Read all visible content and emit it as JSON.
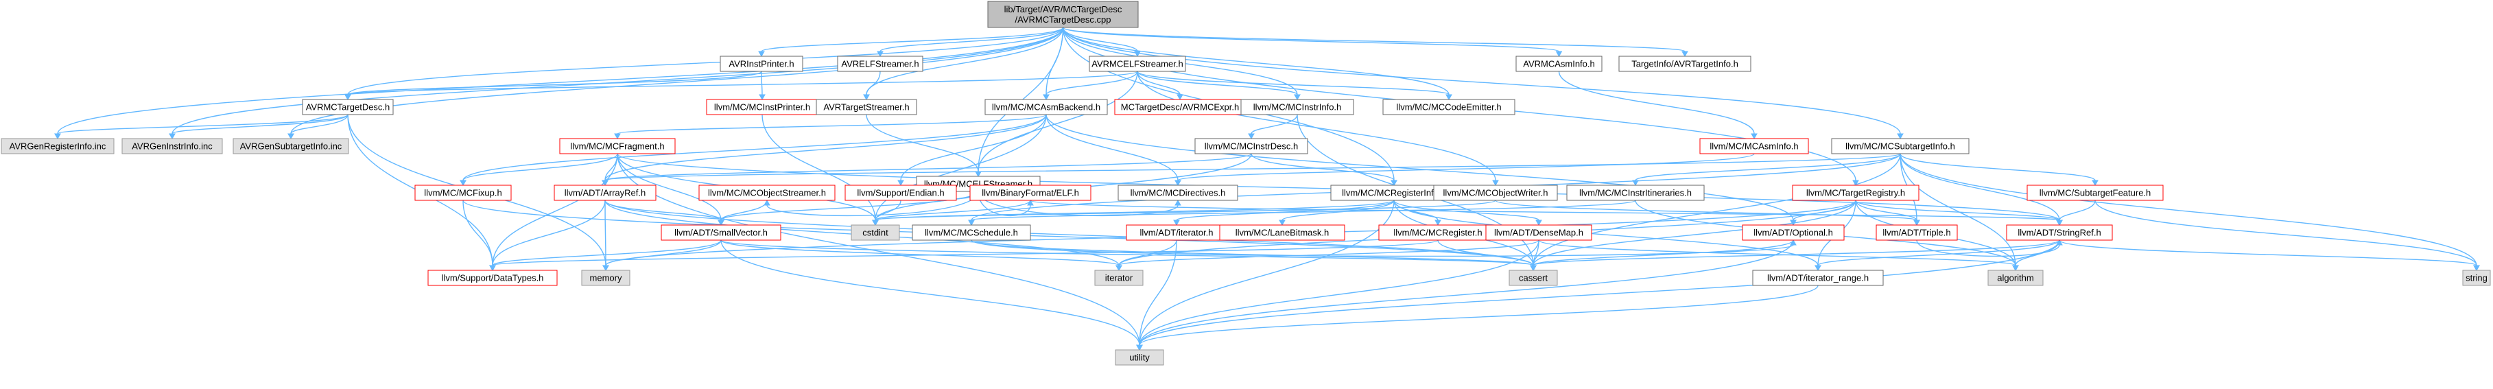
{
  "graph": {
    "node_style": {
      "root_fill": "#bfbfbf",
      "root_stroke": "#666666",
      "plain_fill": "#ffffff",
      "plain_stroke": "#666666",
      "missing_fill": "#ffffff",
      "missing_stroke": "#ff0000",
      "system_fill": "#e0e0e0",
      "system_stroke": "#999999",
      "edge_color": "#63b8ff"
    },
    "nodes": [
      {
        "id": "root",
        "kind": "root",
        "lines": [
          "lib/Target/AVR/MCTargetDesc",
          "/AVRMCTargetDesc.cpp"
        ]
      },
      {
        "id": "AVRGenRegisterInfo",
        "kind": "system",
        "lines": [
          "AVRGenRegisterInfo.inc"
        ]
      },
      {
        "id": "AVRGenInstrInfo",
        "kind": "system",
        "lines": [
          "AVRGenInstrInfo.inc"
        ]
      },
      {
        "id": "AVRGenSubtargetInfo",
        "kind": "system",
        "lines": [
          "AVRGenSubtargetInfo.inc"
        ]
      },
      {
        "id": "AVRMCTargetDesc_h",
        "kind": "plain",
        "lines": [
          "AVRMCTargetDesc.h"
        ]
      },
      {
        "id": "AVRInstPrinter",
        "kind": "plain",
        "lines": [
          "AVRInstPrinter.h"
        ]
      },
      {
        "id": "MCInstPrinter",
        "kind": "missing",
        "lines": [
          "llvm/MC/MCInstPrinter.h"
        ]
      },
      {
        "id": "AVRELFStreamer",
        "kind": "plain",
        "lines": [
          "AVRELFStreamer.h"
        ]
      },
      {
        "id": "AVRTargetStreamer",
        "kind": "plain",
        "lines": [
          "AVRTargetStreamer.h"
        ]
      },
      {
        "id": "AVRMCELFStreamer",
        "kind": "plain",
        "lines": [
          "AVRMCELFStreamer.h"
        ]
      },
      {
        "id": "MCAsmBackend",
        "kind": "plain",
        "lines": [
          "llvm/MC/MCAsmBackend.h"
        ]
      },
      {
        "id": "AVRMCExpr",
        "kind": "missing",
        "lines": [
          "MCTargetDesc/AVRMCExpr.h"
        ]
      },
      {
        "id": "MCInstrInfo",
        "kind": "plain",
        "lines": [
          "llvm/MC/MCInstrInfo.h"
        ]
      },
      {
        "id": "MCCodeEmitter",
        "kind": "plain",
        "lines": [
          "llvm/MC/MCCodeEmitter.h"
        ]
      },
      {
        "id": "AVRMCAsmInfo",
        "kind": "plain",
        "lines": [
          "AVRMCAsmInfo.h"
        ]
      },
      {
        "id": "AVRTargetInfo",
        "kind": "plain",
        "lines": [
          "TargetInfo/AVRTargetInfo.h"
        ]
      },
      {
        "id": "MCAsmInfo",
        "kind": "missing",
        "lines": [
          "llvm/MC/MCAsmInfo.h"
        ]
      },
      {
        "id": "MCSubtargetInfo",
        "kind": "plain",
        "lines": [
          "llvm/MC/MCSubtargetInfo.h"
        ]
      },
      {
        "id": "MCFragment",
        "kind": "missing",
        "lines": [
          "llvm/MC/MCFragment.h"
        ]
      },
      {
        "id": "MCELFStreamer",
        "kind": "plain",
        "lines": [
          "llvm/MC/MCELFStreamer.h"
        ]
      },
      {
        "id": "MCInstrDesc",
        "kind": "plain",
        "lines": [
          "llvm/MC/MCInstrDesc.h"
        ]
      },
      {
        "id": "MCFixup",
        "kind": "missing",
        "lines": [
          "llvm/MC/MCFixup.h"
        ]
      },
      {
        "id": "ArrayRef",
        "kind": "missing",
        "lines": [
          "llvm/ADT/ArrayRef.h"
        ]
      },
      {
        "id": "MCObjectStreamer",
        "kind": "missing",
        "lines": [
          "llvm/MC/MCObjectStreamer.h"
        ]
      },
      {
        "id": "SupportEndian",
        "kind": "missing",
        "lines": [
          "llvm/Support/Endian.h"
        ]
      },
      {
        "id": "BinaryFormatELF",
        "kind": "missing",
        "lines": [
          "llvm/BinaryFormat/ELF.h"
        ]
      },
      {
        "id": "MCDirectives",
        "kind": "plain",
        "lines": [
          "llvm/MC/MCDirectives.h"
        ]
      },
      {
        "id": "MCRegisterInfo",
        "kind": "plain",
        "lines": [
          "llvm/MC/MCRegisterInfo.h"
        ]
      },
      {
        "id": "MCObjectWriter",
        "kind": "plain",
        "lines": [
          "llvm/MC/MCObjectWriter.h"
        ]
      },
      {
        "id": "MCInstrItineraries",
        "kind": "plain",
        "lines": [
          "llvm/MC/MCInstrItineraries.h"
        ]
      },
      {
        "id": "TargetRegistry",
        "kind": "missing",
        "lines": [
          "llvm/MC/TargetRegistry.h"
        ]
      },
      {
        "id": "SubtargetFeature",
        "kind": "missing",
        "lines": [
          "llvm/MC/SubtargetFeature.h"
        ]
      },
      {
        "id": "SmallVector",
        "kind": "missing",
        "lines": [
          "llvm/ADT/SmallVector.h"
        ]
      },
      {
        "id": "cstdint",
        "kind": "system",
        "lines": [
          "cstdint"
        ]
      },
      {
        "id": "MCSchedule",
        "kind": "plain",
        "lines": [
          "llvm/MC/MCSchedule.h"
        ]
      },
      {
        "id": "ADTiterator",
        "kind": "missing",
        "lines": [
          "llvm/ADT/iterator.h"
        ]
      },
      {
        "id": "LaneBitmask",
        "kind": "missing",
        "lines": [
          "llvm/MC/LaneBitmask.h"
        ]
      },
      {
        "id": "MCRegister",
        "kind": "missing",
        "lines": [
          "llvm/MC/MCRegister.h"
        ]
      },
      {
        "id": "DenseMap",
        "kind": "missing",
        "lines": [
          "llvm/ADT/DenseMap.h"
        ]
      },
      {
        "id": "Optional",
        "kind": "missing",
        "lines": [
          "llvm/ADT/Optional.h"
        ]
      },
      {
        "id": "Triple",
        "kind": "missing",
        "lines": [
          "llvm/ADT/Triple.h"
        ]
      },
      {
        "id": "StringRef",
        "kind": "missing",
        "lines": [
          "llvm/ADT/StringRef.h"
        ]
      },
      {
        "id": "DataTypes",
        "kind": "missing",
        "lines": [
          "llvm/Support/DataTypes.h"
        ]
      },
      {
        "id": "memory",
        "kind": "system",
        "lines": [
          "memory"
        ]
      },
      {
        "id": "iterator",
        "kind": "system",
        "lines": [
          "iterator"
        ]
      },
      {
        "id": "cassert",
        "kind": "system",
        "lines": [
          "cassert"
        ]
      },
      {
        "id": "iterator_range",
        "kind": "plain",
        "lines": [
          "llvm/ADT/iterator_range.h"
        ]
      },
      {
        "id": "algorithm",
        "kind": "system",
        "lines": [
          "algorithm"
        ]
      },
      {
        "id": "string",
        "kind": "system",
        "lines": [
          "string"
        ]
      },
      {
        "id": "utility",
        "kind": "system",
        "lines": [
          "utility"
        ]
      }
    ],
    "edges": [
      [
        "root",
        "AVRGenRegisterInfo"
      ],
      [
        "root",
        "AVRGenInstrInfo"
      ],
      [
        "root",
        "AVRGenSubtargetInfo"
      ],
      [
        "root",
        "AVRMCTargetDesc_h"
      ],
      [
        "root",
        "AVRInstPrinter"
      ],
      [
        "root",
        "AVRELFStreamer"
      ],
      [
        "root",
        "AVRTargetStreamer"
      ],
      [
        "root",
        "AVRMCELFStreamer"
      ],
      [
        "root",
        "MCAsmBackend"
      ],
      [
        "root",
        "MCInstrInfo"
      ],
      [
        "root",
        "MCCodeEmitter"
      ],
      [
        "root",
        "AVRMCAsmInfo"
      ],
      [
        "root",
        "AVRTargetInfo"
      ],
      [
        "root",
        "MCSubtargetInfo"
      ],
      [
        "root",
        "MCRegisterInfo"
      ],
      [
        "root",
        "TargetRegistry"
      ],
      [
        "root",
        "MCELFStreamer"
      ],
      [
        "AVRInstPrinter",
        "AVRMCTargetDesc_h"
      ],
      [
        "AVRInstPrinter",
        "MCInstPrinter"
      ],
      [
        "AVRELFStreamer",
        "AVRTargetStreamer"
      ],
      [
        "AVRMCELFStreamer",
        "AVRMCTargetDesc_h"
      ],
      [
        "AVRMCELFStreamer",
        "AVRMCExpr"
      ],
      [
        "AVRMCELFStreamer",
        "MCInstrInfo"
      ],
      [
        "AVRMCELFStreamer",
        "MCCodeEmitter"
      ],
      [
        "AVRMCELFStreamer",
        "MCELFStreamer"
      ],
      [
        "AVRMCELFStreamer",
        "MCAsmBackend"
      ],
      [
        "AVRMCELFStreamer",
        "MCObjectWriter"
      ],
      [
        "AVRMCTargetDesc_h",
        "AVRGenRegisterInfo"
      ],
      [
        "AVRMCTargetDesc_h",
        "AVRGenInstrInfo"
      ],
      [
        "AVRMCTargetDesc_h",
        "AVRGenSubtargetInfo"
      ],
      [
        "AVRMCTargetDesc_h",
        "memory"
      ],
      [
        "AVRMCTargetDesc_h",
        "DataTypes"
      ],
      [
        "AVRTargetStreamer",
        "MCELFStreamer"
      ],
      [
        "MCInstPrinter",
        "cstdint"
      ],
      [
        "MCAsmBackend",
        "MCFragment"
      ],
      [
        "MCAsmBackend",
        "ArrayRef"
      ],
      [
        "MCAsmBackend",
        "MCDirectives"
      ],
      [
        "MCAsmBackend",
        "MCFixup"
      ],
      [
        "MCAsmBackend",
        "SupportEndian"
      ],
      [
        "MCAsmBackend",
        "cstdint"
      ],
      [
        "MCAsmBackend",
        "Optional"
      ],
      [
        "MCInstrInfo",
        "MCInstrDesc"
      ],
      [
        "MCInstrInfo",
        "cassert"
      ],
      [
        "AVRMCAsmInfo",
        "MCAsmInfo"
      ],
      [
        "MCAsmInfo",
        "MCDirectives"
      ],
      [
        "MCSubtargetInfo",
        "MCInstrItineraries"
      ],
      [
        "MCSubtargetInfo",
        "MCSchedule"
      ],
      [
        "MCSubtargetInfo",
        "SubtargetFeature"
      ],
      [
        "MCSubtargetInfo",
        "StringRef"
      ],
      [
        "MCSubtargetInfo",
        "Triple"
      ],
      [
        "MCSubtargetInfo",
        "ArrayRef"
      ],
      [
        "MCSubtargetInfo",
        "string"
      ],
      [
        "MCSubtargetInfo",
        "cassert"
      ],
      [
        "MCSubtargetInfo",
        "algorithm"
      ],
      [
        "MCFragment",
        "ArrayRef"
      ],
      [
        "MCFragment",
        "SmallVector"
      ],
      [
        "MCFragment",
        "StringRef"
      ],
      [
        "MCFragment",
        "MCFixup"
      ],
      [
        "MCFragment",
        "DataTypes"
      ],
      [
        "MCFragment",
        "utility"
      ],
      [
        "MCFragment",
        "cstdint"
      ],
      [
        "MCELFStreamer",
        "MCObjectStreamer"
      ],
      [
        "MCELFStreamer",
        "SmallVector"
      ],
      [
        "MCELFStreamer",
        "BinaryFormatELF"
      ],
      [
        "MCELFStreamer",
        "MCDirectives"
      ],
      [
        "MCInstrDesc",
        "MCRegisterInfo"
      ],
      [
        "MCInstrDesc",
        "ArrayRef"
      ],
      [
        "MCInstrDesc",
        "cstdint"
      ],
      [
        "MCFixup",
        "DataTypes"
      ],
      [
        "MCFixup",
        "cassert"
      ],
      [
        "ArrayRef",
        "SmallVector"
      ],
      [
        "ArrayRef",
        "memory"
      ],
      [
        "ArrayRef",
        "iterator"
      ],
      [
        "ArrayRef",
        "cassert"
      ],
      [
        "ArrayRef",
        "DataTypes"
      ],
      [
        "MCObjectStreamer",
        "SmallVector"
      ],
      [
        "SupportEndian",
        "cstdint"
      ],
      [
        "BinaryFormatELF",
        "StringRef"
      ],
      [
        "BinaryFormatELF",
        "cstdint"
      ],
      [
        "MCRegisterInfo",
        "ADTiterator"
      ],
      [
        "MCRegisterInfo",
        "iterator_range"
      ],
      [
        "MCRegisterInfo",
        "LaneBitmask"
      ],
      [
        "MCRegisterInfo",
        "MCRegister"
      ],
      [
        "MCRegisterInfo",
        "DenseMap"
      ],
      [
        "MCRegisterInfo",
        "cassert"
      ],
      [
        "MCRegisterInfo",
        "cstdint"
      ],
      [
        "MCRegisterInfo",
        "utility"
      ],
      [
        "MCObjectWriter",
        "Triple"
      ],
      [
        "MCObjectWriter",
        "cstdint"
      ],
      [
        "MCInstrItineraries",
        "MCSchedule"
      ],
      [
        "MCInstrItineraries",
        "algorithm"
      ],
      [
        "TargetRegistry",
        "StringRef"
      ],
      [
        "TargetRegistry",
        "Triple"
      ],
      [
        "TargetRegistry",
        "Optional"
      ],
      [
        "TargetRegistry",
        "iterator_range"
      ],
      [
        "TargetRegistry",
        "algorithm"
      ],
      [
        "TargetRegistry",
        "cassert"
      ],
      [
        "TargetRegistry",
        "memory"
      ],
      [
        "TargetRegistry",
        "iterator"
      ],
      [
        "SubtargetFeature",
        "StringRef"
      ],
      [
        "SubtargetFeature",
        "string"
      ],
      [
        "SmallVector",
        "iterator"
      ],
      [
        "SmallVector",
        "cassert"
      ],
      [
        "SmallVector",
        "memory"
      ],
      [
        "SmallVector",
        "utility"
      ],
      [
        "SmallVector",
        "DataTypes"
      ],
      [
        "MCSchedule",
        "cassert"
      ],
      [
        "MCSchedule",
        "Optional"
      ],
      [
        "ADTiterator",
        "iterator"
      ],
      [
        "ADTiterator",
        "utility"
      ],
      [
        "MCRegister",
        "DataTypes"
      ],
      [
        "MCRegister",
        "cassert"
      ],
      [
        "DenseMap",
        "algorithm"
      ],
      [
        "DenseMap",
        "iterator"
      ],
      [
        "DenseMap",
        "cassert"
      ],
      [
        "DenseMap",
        "utility"
      ],
      [
        "Optional",
        "cassert"
      ],
      [
        "Optional",
        "utility"
      ],
      [
        "Triple",
        "StringRef"
      ],
      [
        "StringRef",
        "iterator_range"
      ],
      [
        "StringRef",
        "algorithm"
      ],
      [
        "StringRef",
        "cassert"
      ],
      [
        "StringRef",
        "string"
      ],
      [
        "StringRef",
        "utility"
      ],
      [
        "iterator_range",
        "utility"
      ]
    ]
  }
}
